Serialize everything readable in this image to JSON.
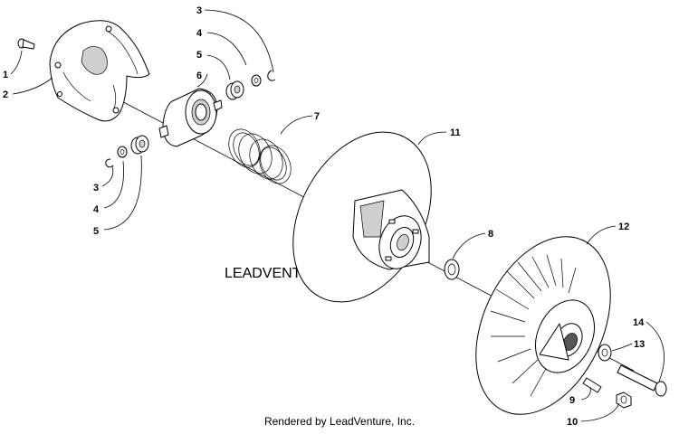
{
  "watermark": "LEADVENTURE",
  "footer_credit": "Rendered by LeadVenture, Inc.",
  "callouts": {
    "c1": "1",
    "c2": "2",
    "c3a": "3",
    "c4a": "4",
    "c5a": "5",
    "c6": "6",
    "c7": "7",
    "c3b": "3",
    "c4b": "4",
    "c5b": "5",
    "c11": "11",
    "c8": "8",
    "c12": "12",
    "c14": "14",
    "c13": "13",
    "c9": "9",
    "c10": "10"
  }
}
